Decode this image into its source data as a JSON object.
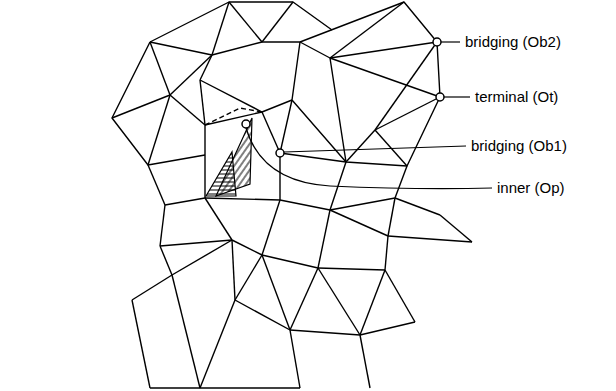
{
  "diagram": {
    "labels": [
      "bridging (Ob2)",
      "terminal (Ot)",
      "bridging (Ob1)",
      "inner (Op)"
    ]
  }
}
